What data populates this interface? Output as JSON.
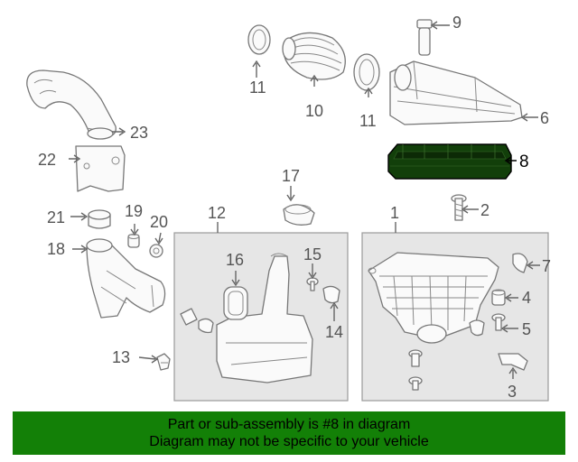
{
  "callouts": {
    "c1": "1",
    "c2": "2",
    "c3": "3",
    "c4": "4",
    "c5": "5",
    "c6": "6",
    "c7": "7",
    "c8": "8",
    "c9": "9",
    "c10": "10",
    "c11a": "11",
    "c11b": "11",
    "c12": "12",
    "c13": "13",
    "c14": "14",
    "c15": "15",
    "c16": "16",
    "c17": "17",
    "c18": "18",
    "c19": "19",
    "c20": "20",
    "c21": "21",
    "c22": "22",
    "c23": "23"
  },
  "banner": {
    "line1": "Part or sub-assembly is #8 in diagram",
    "line2": "Diagram may not be specific to your vehicle"
  },
  "colors": {
    "highlight_part": "#123f0a",
    "banner_bg": "#138007",
    "box_fill": "#e6e6e6"
  }
}
